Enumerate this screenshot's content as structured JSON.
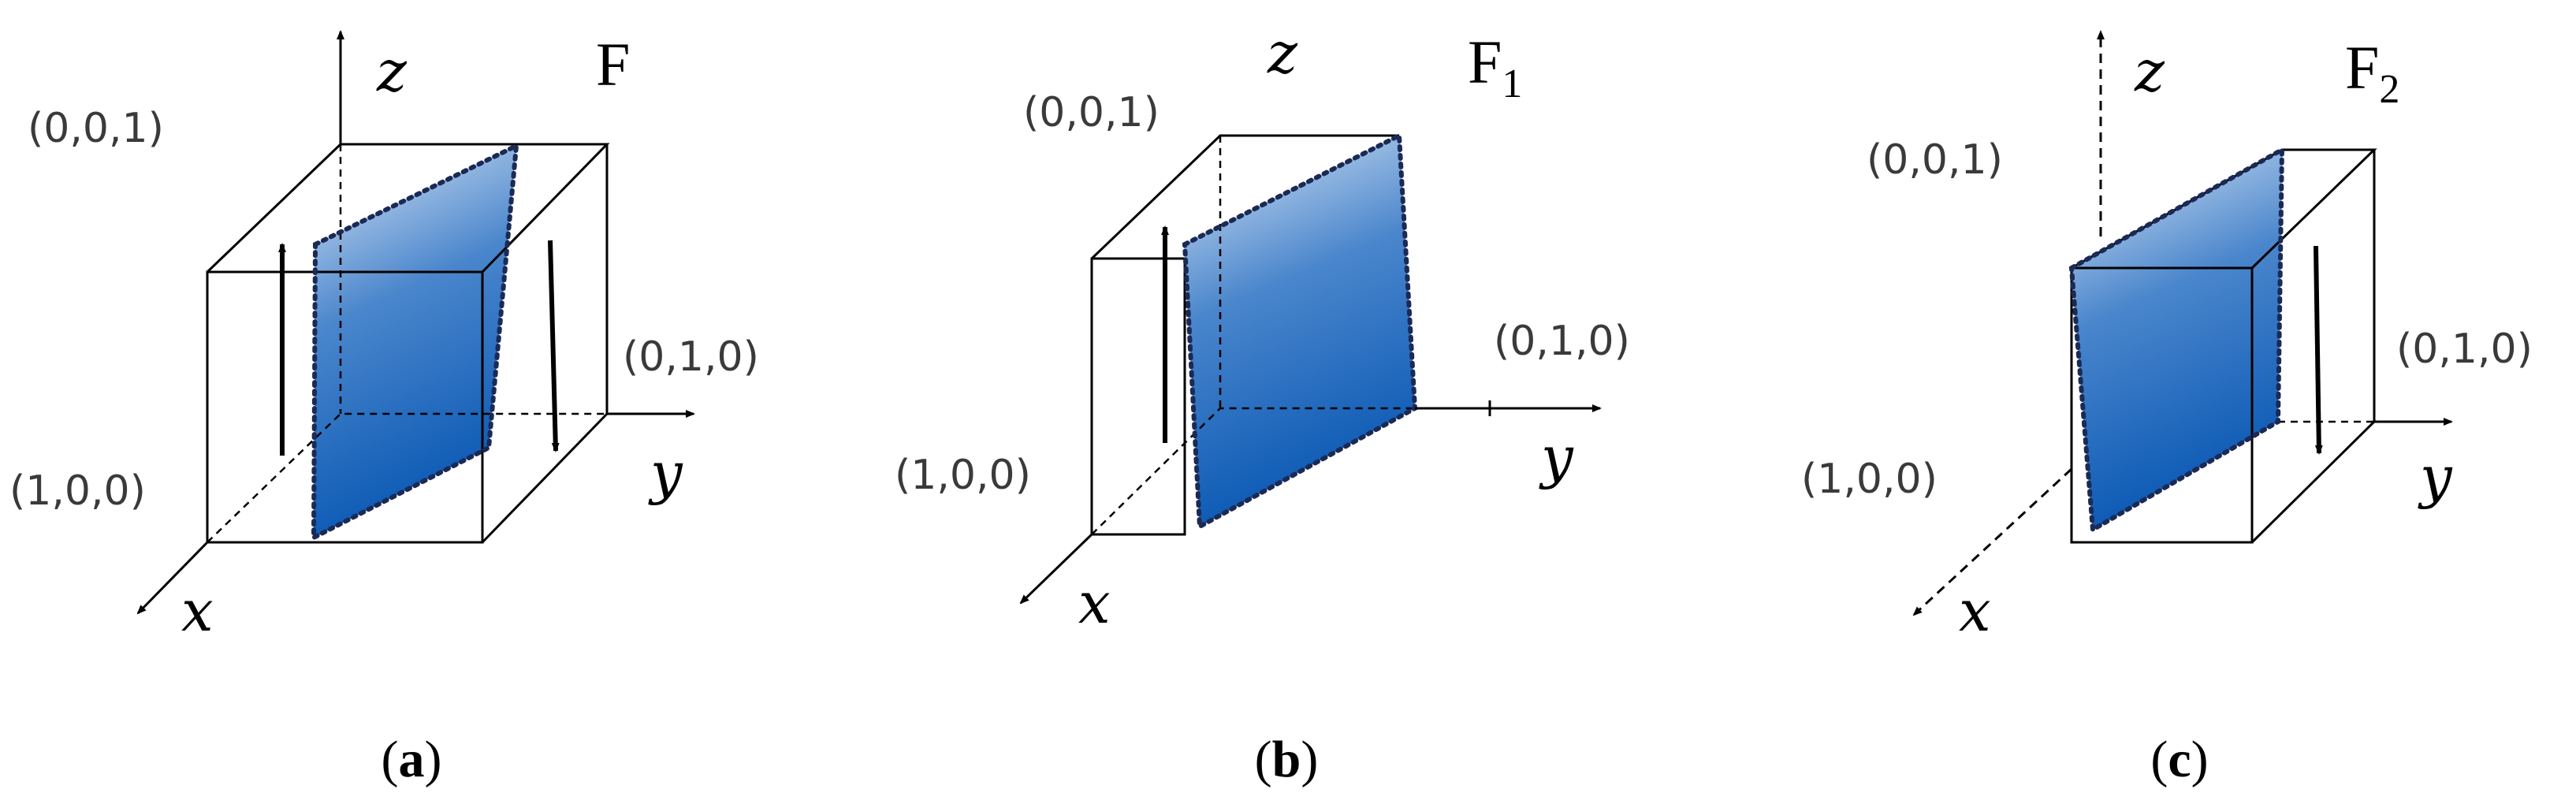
{
  "panels": [
    {
      "id": "a",
      "face_label": "F",
      "face_subscript": "",
      "caption_open": "(",
      "caption_letter": "a",
      "caption_close": ")",
      "axes": {
        "x": "x",
        "y": "y",
        "z": "z"
      },
      "points": {
        "x_unit": "(1,0,0)",
        "y_unit": "(0,1,0)",
        "z_unit": "(0,0,1)"
      }
    },
    {
      "id": "b",
      "face_label": "F",
      "face_subscript": "1",
      "caption_open": "(",
      "caption_letter": "b",
      "caption_close": ")",
      "axes": {
        "x": "x",
        "y": "y",
        "z": "z"
      },
      "points": {
        "x_unit": "(1,0,0)",
        "y_unit": "(0,1,0)",
        "z_unit": "(0,0,1)"
      }
    },
    {
      "id": "c",
      "face_label": "F",
      "face_subscript": "2",
      "caption_open": "(",
      "caption_letter": "c",
      "caption_close": ")",
      "axes": {
        "x": "x",
        "y": "y",
        "z": "z"
      },
      "points": {
        "x_unit": "(1,0,0)",
        "y_unit": "(0,1,0)",
        "z_unit": "(0,0,1)"
      }
    }
  ],
  "colors": {
    "face_top": "#dce8f6",
    "face_mid": "#4a86cc",
    "face_bottom": "#0a58b4",
    "outline": "#1b2a55"
  }
}
